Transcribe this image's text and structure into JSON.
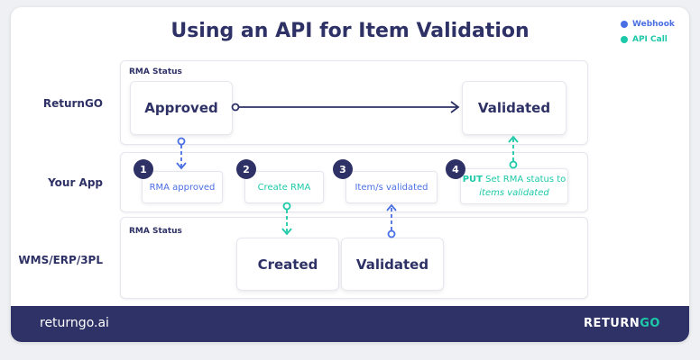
{
  "title": "Using an API for Item Validation",
  "legend": [
    {
      "label": "Webhook",
      "color": "#4a6fe3"
    },
    {
      "label": "API Call",
      "color": "#1cc9a8"
    }
  ],
  "rows": {
    "returngo": "ReturnGO",
    "your_app": "Your App",
    "wms": "WMS/ERP/3PL"
  },
  "lanes": {
    "top_caption": "RMA Status",
    "bottom_caption": "RMA Status"
  },
  "status_boxes": {
    "approved": "Approved",
    "validated_top": "Validated",
    "created": "Created",
    "validated_bottom": "Validated"
  },
  "steps": [
    {
      "num": "1",
      "label": "RMA approved"
    },
    {
      "num": "2",
      "label": "Create RMA"
    },
    {
      "num": "3",
      "label": "Item/s validated"
    },
    {
      "num": "4",
      "label_strong": "PUT",
      "label_rest": " Set RMA status to",
      "label_em": "items validated"
    }
  ],
  "footer": {
    "site": "returngo.ai",
    "brand_a": "RETURN",
    "brand_b": "GO",
    "brand_b_color": "#1cc9a8"
  }
}
